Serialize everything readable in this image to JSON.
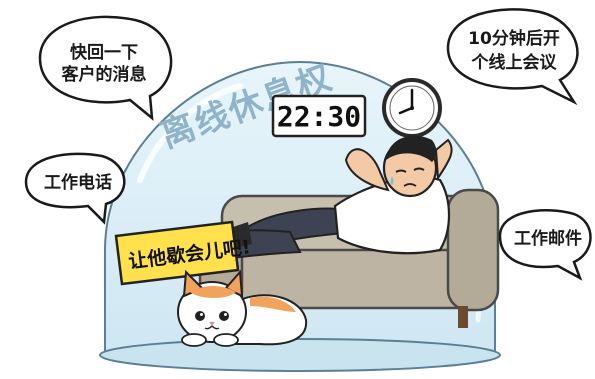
{
  "scene": {
    "dome_title": "离线休息权",
    "clock_display": "22:30",
    "cat_sign": "让他歇会儿吧!",
    "bubbles": {
      "reply_client": [
        "快回一下",
        "客户的消息"
      ],
      "meeting": [
        "10分钟后开",
        "个线上会议"
      ],
      "phone": "工作电话",
      "email": "工作邮件"
    }
  },
  "colors": {
    "dome_fill": "#dceef7",
    "sofa": "#bdb4a3",
    "cat_orange": "#f1a25c",
    "sign_yellow": "#ffe14d"
  },
  "icons": [
    "wall-clock-icon",
    "sleeping-man",
    "cat",
    "sofa"
  ]
}
